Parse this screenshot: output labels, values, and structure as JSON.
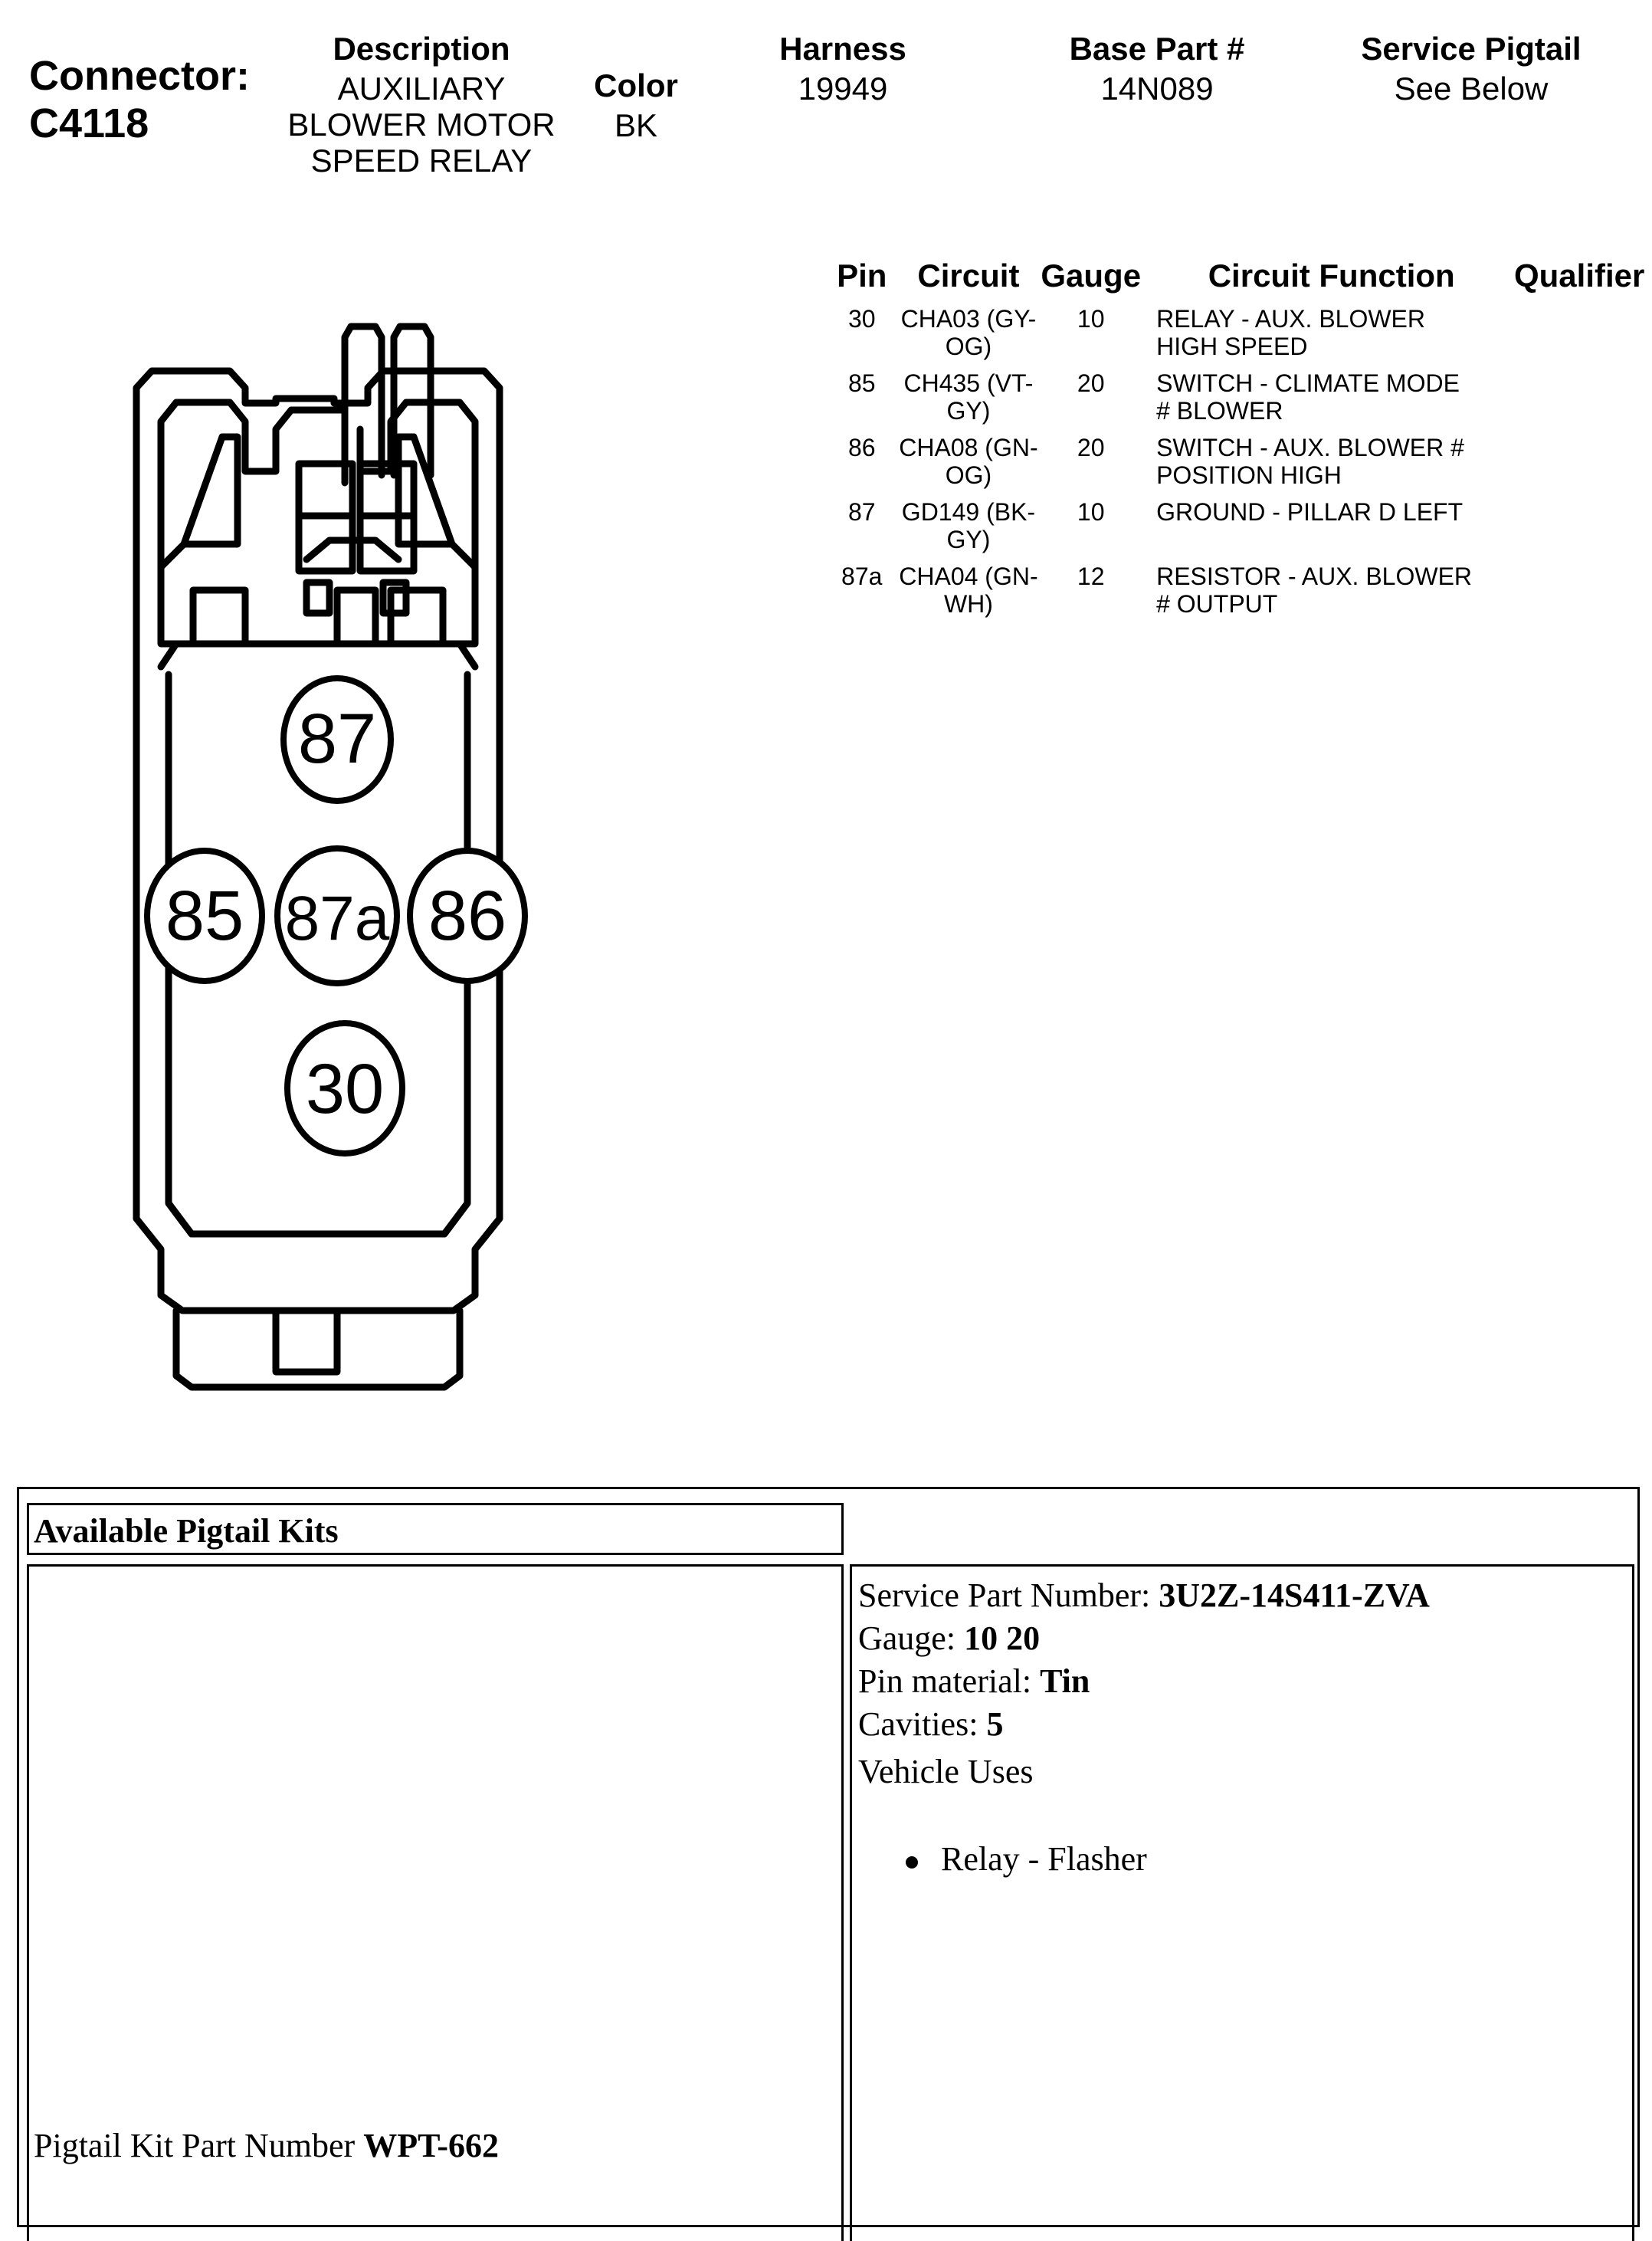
{
  "connector": {
    "label": "Connector:",
    "id": "C4118"
  },
  "header": {
    "description_label": "Description",
    "description_lines": [
      "AUXILIARY",
      "BLOWER MOTOR",
      "SPEED RELAY"
    ],
    "color_label": "Color",
    "color_value": "BK",
    "harness_label": "Harness",
    "harness_value": "19949",
    "base_part_label": "Base Part #",
    "base_part_value": "14N089",
    "service_pigtail_label": "Service Pigtail",
    "service_pigtail_value": "See Below"
  },
  "pin_table": {
    "headers": {
      "pin": "Pin",
      "circuit": "Circuit",
      "gauge": "Gauge",
      "function": "Circuit Function",
      "qualifier": "Qualifier"
    },
    "rows": [
      {
        "pin": "30",
        "circuit_1": "CHA03 (GY-",
        "circuit_2": "OG)",
        "gauge": "10",
        "function_1": "RELAY - AUX. BLOWER",
        "function_2": "HIGH SPEED",
        "qualifier": ""
      },
      {
        "pin": "85",
        "circuit_1": "CH435 (VT-",
        "circuit_2": "GY)",
        "gauge": "20",
        "function_1": "SWITCH - CLIMATE MODE",
        "function_2": "# BLOWER",
        "qualifier": ""
      },
      {
        "pin": "86",
        "circuit_1": "CHA08 (GN-",
        "circuit_2": "OG)",
        "gauge": "20",
        "function_1": "SWITCH - AUX. BLOWER #",
        "function_2": "POSITION HIGH",
        "qualifier": ""
      },
      {
        "pin": "87",
        "circuit_1": "GD149 (BK-",
        "circuit_2": "GY)",
        "gauge": "10",
        "function_1": "GROUND - PILLAR D LEFT",
        "function_2": "",
        "qualifier": ""
      },
      {
        "pin": "87a",
        "circuit_1": "CHA04 (GN-",
        "circuit_2": "WH)",
        "gauge": "12",
        "function_1": "RESISTOR - AUX. BLOWER",
        "function_2": "# OUTPUT",
        "qualifier": ""
      }
    ]
  },
  "diagram": {
    "pins": [
      "87",
      "85",
      "87a",
      "86",
      "30"
    ]
  },
  "pigtail": {
    "heading": "Available Pigtail Kits",
    "kit_label": "Pigtail Kit Part Number ",
    "kit_number": "WPT-662",
    "service_part_label": "Service Part Number: ",
    "service_part_value": "3U2Z-14S411-ZVA",
    "gauge_label": "Gauge: ",
    "gauge_value": "10 20",
    "pin_material_label": "Pin material: ",
    "pin_material_value": "Tin",
    "cavities_label": "Cavities: ",
    "cavities_value": "5",
    "vehicle_uses_label": "Vehicle Uses",
    "vehicle_uses": [
      "Relay - Flasher"
    ]
  }
}
